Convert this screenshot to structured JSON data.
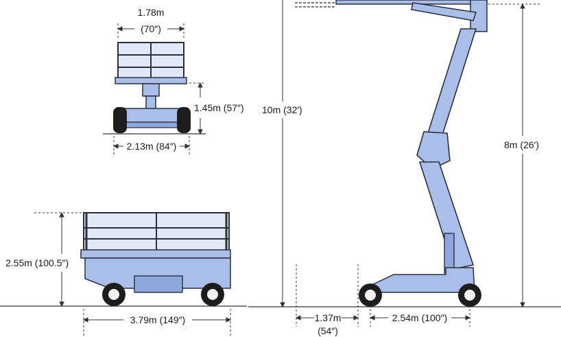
{
  "colors": {
    "machine_fill": "#a9bee8",
    "machine_fill_dark": "#8ea8dc",
    "outline": "#2a2f3a",
    "dimension_line": "#333333",
    "wheel": "#1d1d1d",
    "hub": "#f2f2f2"
  },
  "front_view": {
    "platform_width": "1.78m",
    "platform_width_imperial": "(70″)",
    "stowed_height": "1.45m (57″)",
    "wheelbase_width": "2.13m (84″)"
  },
  "side_view": {
    "overall_height": "2.55m (100.5″)",
    "overall_length": "3.79m (149″)"
  },
  "boom_view": {
    "max_height": "10m (32′)",
    "platform_height": "8m (26′)",
    "front_overhang": "1.37m",
    "front_overhang_imperial": "(54″)",
    "wheelbase": "2.54m (100″)"
  }
}
